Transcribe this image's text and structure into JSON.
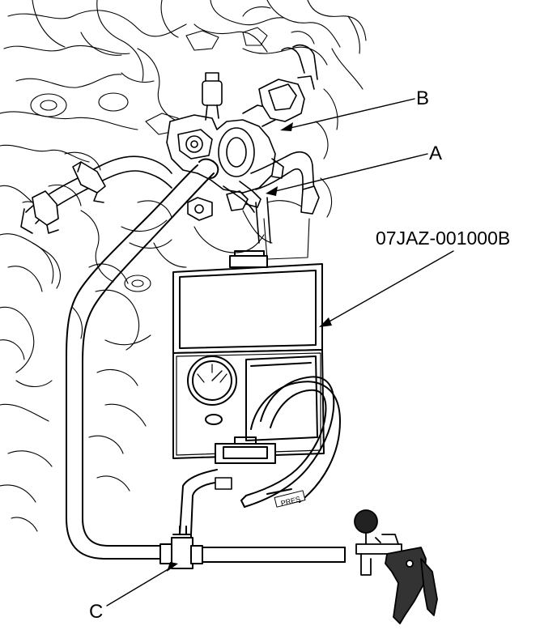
{
  "callouts": {
    "b": "B",
    "a": "A",
    "tool": "07JAZ-001000B",
    "c": "C"
  },
  "case_hose_tag": "PRES",
  "colors": {
    "ink": "#000000",
    "fill": "#ffffff",
    "shade": "#444444"
  }
}
